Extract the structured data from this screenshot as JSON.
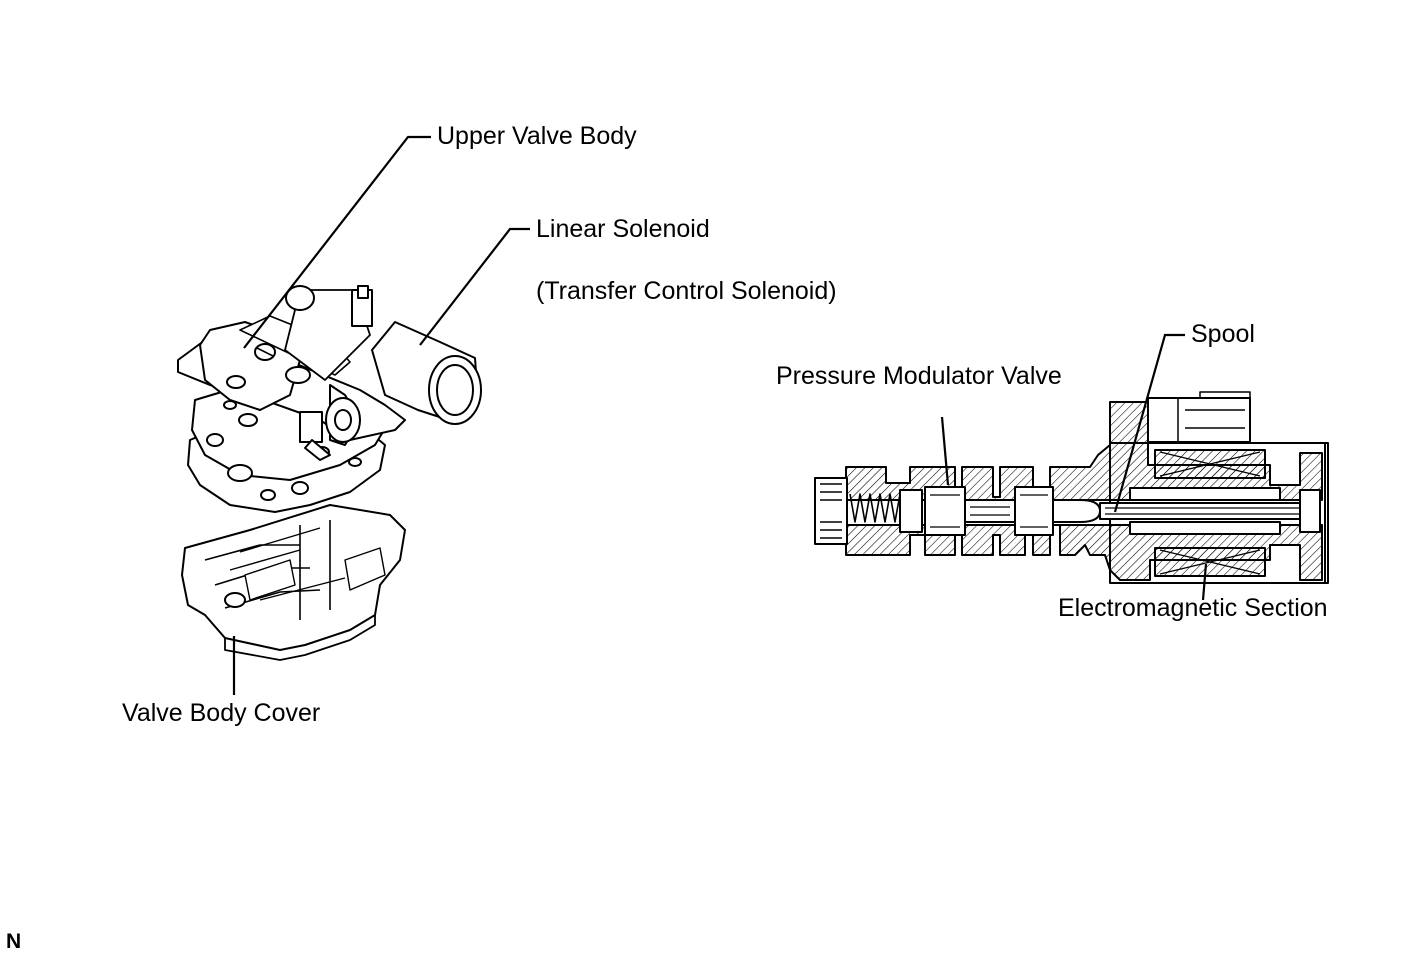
{
  "labels": {
    "upper_valve_body": "Upper Valve Body",
    "linear_solenoid": "Linear Solenoid",
    "transfer_control_solenoid": "(Transfer Control Solenoid)",
    "spool": "Spool",
    "pressure_modulator_valve": "Pressure Modulator Valve",
    "electromagnetic_section": "Electromagnetic Section",
    "valve_body_cover": "Valve Body Cover"
  },
  "figure_code": "N"
}
